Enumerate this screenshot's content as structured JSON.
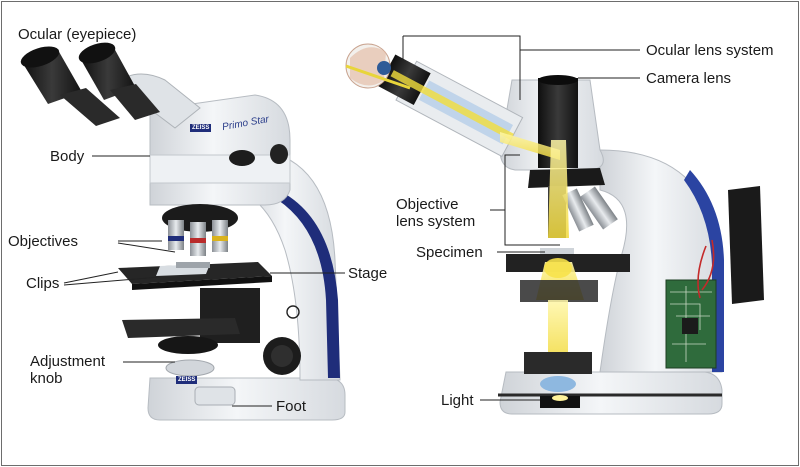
{
  "labels": {
    "ocular_eyepiece": "Ocular (eyepiece)",
    "body": "Body",
    "objectives": "Objectives",
    "clips": "Clips",
    "stage": "Stage",
    "adjustment_knob": "Adjustment\nknob",
    "foot": "Foot",
    "ocular_lens_system": "Ocular lens system",
    "camera_lens": "Camera lens",
    "objective_lens_system": "Objective\nlens system",
    "specimen": "Specimen",
    "light": "Light"
  },
  "branding": {
    "model_name": "Primo Star",
    "logo_upper": "ZEISS",
    "logo_lower": "ZEISS"
  },
  "colors": {
    "housing": "#e9ecef",
    "accent_blue": "#1f2d7a",
    "dark_parts": "#1c1c1c",
    "light_beam": "#f4e34a",
    "leader_line": "#222222"
  }
}
